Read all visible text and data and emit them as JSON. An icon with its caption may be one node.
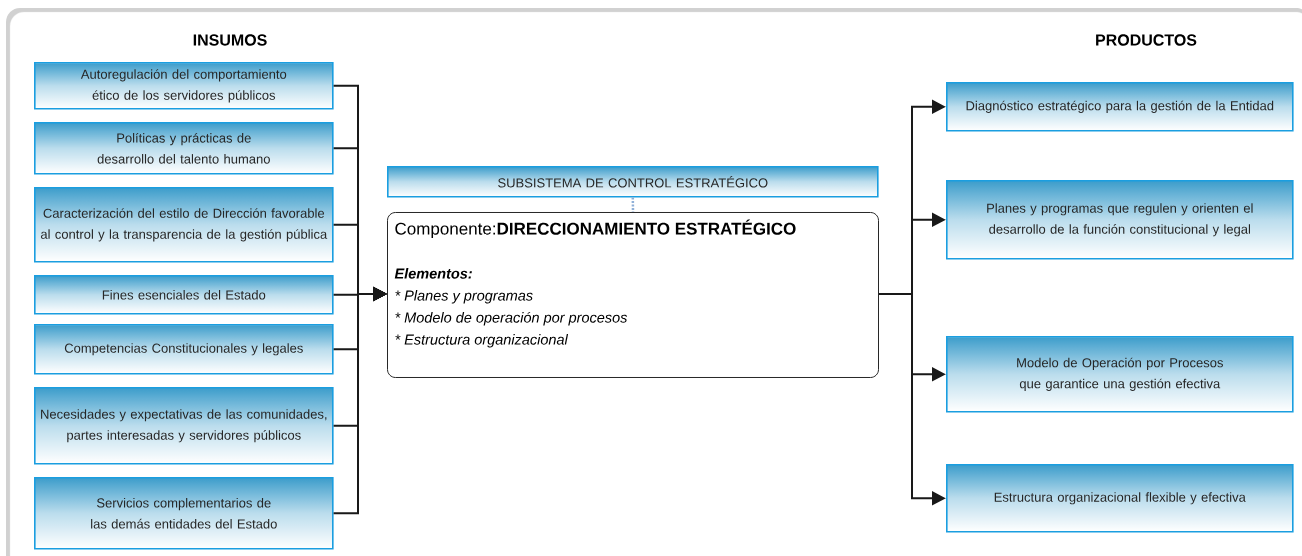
{
  "diagram": {
    "nodes": [
      {
        "text": [
          "Autoregulación del comportamiento ético de los servidores públicos"
        ]
      },
      {
        "text": [
          "Políticas y prácticas de desarrollo del talento humano"
        ]
      },
      {
        "text": [
          "Caracterización del estilo de Dirección favorable al control y la transparencia de la gestión pública"
        ]
      },
      {
        "text": [
          "Fines esenciales del Estado"
        ]
      },
      {
        "text": [
          "Competencias Constitucionales y legales"
        ]
      },
      {
        "text": [
          "Necesidades y expectativas de las comunidades, partes interesadas y servidores públicos"
        ]
      },
      {
        "text": [
          "Servicios complementarios de las demás entidades del Estado"
        ]
      },
      {
        "text": [
          "SUBSISTEMA DE CONTROL ESTRATÉGICO"
        ]
      },
      {
        "text": [
          "Componente:**DIRECCIONAMIENTO ESTRATÉGICO**",
          "Elementos:",
          "* Planes y programas",
          "* Modelo de operación por procesos",
          "* Estructura organizacional"
        ]
      },
      {
        "text": [
          "Diagnóstico estratégico para la gestión de la Entidad"
        ]
      },
      {
        "text": [
          "Planes y programas que regulen y orienten el desarrollo de la función constitucional y legal"
        ]
      },
      {
        "text": [
          "Modelo de Operación por Procesos que garantice una gestión efectiva"
        ]
      },
      {
        "text": [
          "Estructura organizacional flexible y efectiva"
        ]
      }
    ],
    "edges": [
      {
        "from": 0,
        "to": 8,
        "arrow": "to"
      },
      {
        "from": 1,
        "to": 8,
        "arrow": "to"
      },
      {
        "from": 2,
        "to": 8,
        "arrow": "to"
      },
      {
        "from": 3,
        "to": 8,
        "arrow": "to"
      },
      {
        "from": 4,
        "to": 8,
        "arrow": "to"
      },
      {
        "from": 5,
        "to": 8,
        "arrow": "to"
      },
      {
        "from": 6,
        "to": 8,
        "arrow": "to"
      },
      {
        "from": 7,
        "to": 8,
        "arrow": "none",
        "style": "dashed",
        "color": "#8fb0d8"
      },
      {
        "from": 8,
        "to": 9,
        "arrow": "to"
      },
      {
        "from": 8,
        "to": 10,
        "arrow": "to"
      },
      {
        "from": 8,
        "to": 11,
        "arrow": "to"
      },
      {
        "from": 8,
        "to": 12,
        "arrow": "to"
      }
    ],
    "labels": [
      "INSUMOS",
      "PRODUCTOS"
    ]
  }
}
